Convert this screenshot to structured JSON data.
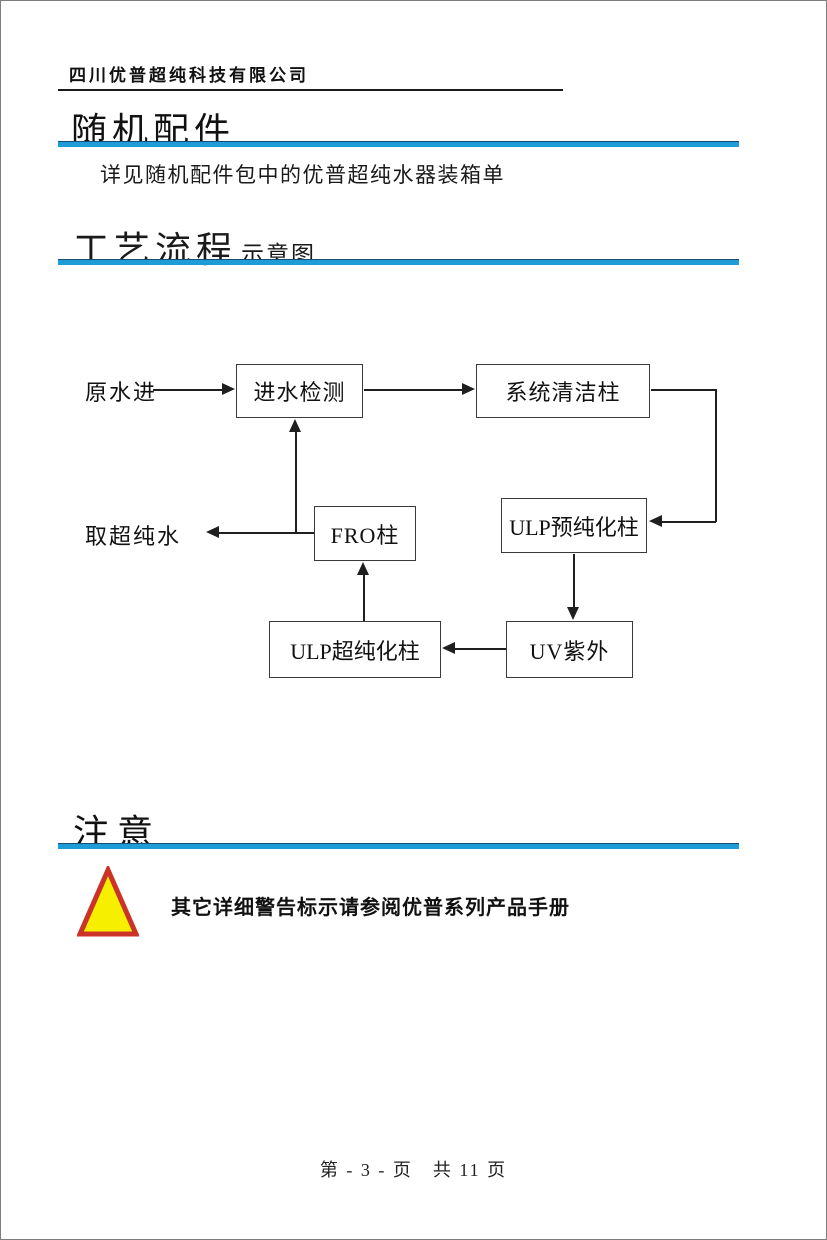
{
  "header": {
    "company": "四川优普超纯科技有限公司"
  },
  "accessories": {
    "title": "随机配件",
    "body": "详见随机配件包中的优普超纯水器装箱单"
  },
  "process": {
    "title": "工艺流程",
    "subtitle": "示意图"
  },
  "diagram": {
    "source_label": "原水进",
    "output_label": "取超纯水",
    "nodes": {
      "inlet_check": "进水检测",
      "system_clean": "系统清洁柱",
      "pre_purify": "ULP预纯化柱",
      "uv": "UV紫外",
      "ultra_purify": "ULP超纯化柱",
      "fro": "FRO柱"
    },
    "flow": [
      "原水进 → 进水检测",
      "进水检测 → 系统清洁柱",
      "系统清洁柱 → ULP预纯化柱",
      "ULP预纯化柱 → UV紫外",
      "UV紫外 → ULP超纯化柱",
      "ULP超纯化柱 → FRO柱",
      "FRO柱 → 取超纯水",
      "FRO柱 → 进水检测"
    ]
  },
  "notice": {
    "title": "注意",
    "warning_text": "其它详细警告标示请参阅优普系列产品手册"
  },
  "footer": {
    "page_info": "第 - 3 - 页　共 11 页"
  },
  "colors": {
    "accent_blue": "#1d9cd8",
    "warning_red": "#cc3328",
    "warning_yellow": "#f7ef00",
    "line_black": "#1f1f1f"
  }
}
